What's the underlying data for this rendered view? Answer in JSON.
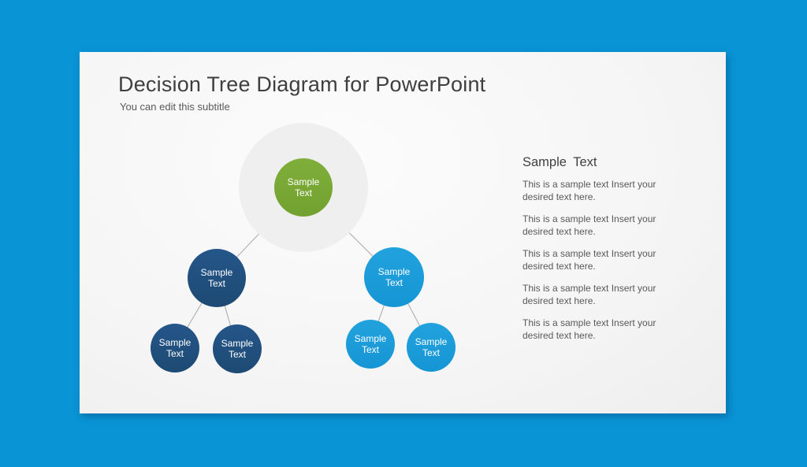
{
  "slide": {
    "title": "Decision Tree Diagram for PowerPoint",
    "subtitle": "You can edit this subtitle"
  },
  "tree": {
    "connector_color": "#B3B3B3",
    "halo_color": "#EFEFEF",
    "nodes": [
      {
        "id": "root",
        "label": "Sample Text",
        "color": "#76A532"
      },
      {
        "id": "left-child",
        "label": "Sample Text",
        "color": "#1F4E79"
      },
      {
        "id": "right-child",
        "label": "Sample Text",
        "color": "#1B9CD9"
      },
      {
        "id": "left-grandchild-1",
        "label": "Sample Text",
        "color": "#1F4E79"
      },
      {
        "id": "left-grandchild-2",
        "label": "Sample Text",
        "color": "#1F4E79"
      },
      {
        "id": "right-grandchild-1",
        "label": "Sample Text",
        "color": "#1B9CD9"
      },
      {
        "id": "right-grandchild-2",
        "label": "Sample Text",
        "color": "#1B9CD9"
      }
    ]
  },
  "right_panel": {
    "heading": "Sample Text",
    "paragraphs": [
      "This is a sample text Insert your desired text here.",
      "This is a sample text Insert your desired text here.",
      "This is a sample text Insert your desired text here.",
      "This is a sample text Insert your desired text here.",
      "This is a sample text Insert your desired text here."
    ]
  },
  "colors": {
    "page_background": "#0994D6",
    "slide_background": "#F5F5F5",
    "title_text": "#3F3F3F",
    "body_text": "#595959",
    "node_green": "#76A532",
    "node_navy": "#1F4E79",
    "node_blue": "#1B9CD9",
    "halo_gray": "#EFEFEF",
    "connector_gray": "#B3B3B3"
  }
}
